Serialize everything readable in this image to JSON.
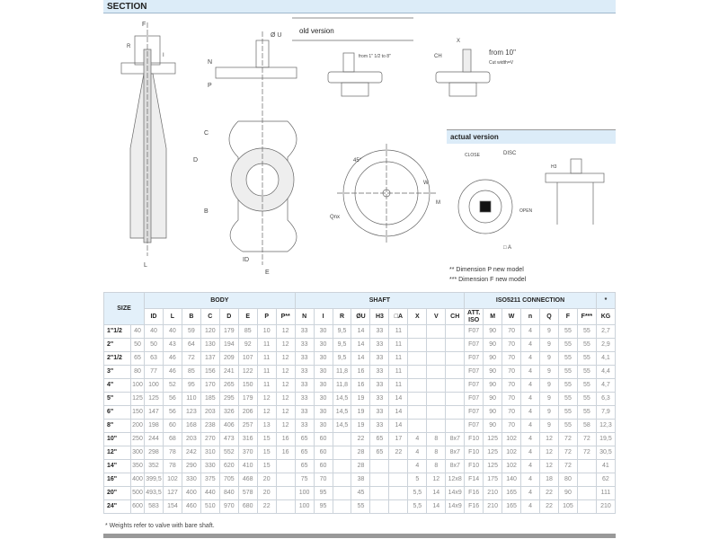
{
  "header": {
    "title": "SECTION"
  },
  "drawings": {
    "old_version": "old version",
    "old_note": "from 1\" 1/2 to 8\"",
    "new_note": "from 10\"",
    "cut_note": "Cut width=V",
    "actual_version": "actual version",
    "labels": {
      "F": "F",
      "R": "R",
      "I": "I",
      "L": "L",
      "N": "N",
      "P": "P",
      "C": "C",
      "D": "D",
      "B": "B",
      "ID": "ID",
      "E": "E",
      "U": "Ø U",
      "X": "X",
      "CH": "CH",
      "angle": "45°",
      "Qnx": "Qnx",
      "W": "W",
      "M": "M",
      "disc": "DISC",
      "close": "CLOSE",
      "open": "OPEN",
      "A": "□ A",
      "H3": "H3"
    },
    "notes": [
      "**  Dimension P new model",
      "*** Dimension F new model"
    ]
  },
  "table": {
    "size_label": "SIZE",
    "groups": {
      "body": "BODY",
      "shaft": "SHAFT",
      "iso": "ISO5211 CONNECTION",
      "star": "*"
    },
    "columns": [
      "ID",
      "L",
      "B",
      "C",
      "D",
      "E",
      "P",
      "P**",
      "N",
      "I",
      "R",
      "ØU",
      "H3",
      "□A",
      "X",
      "V",
      "CH",
      "ATT. ISO",
      "M",
      "W",
      "n",
      "Q",
      "F",
      "F***",
      "KG"
    ],
    "rows": [
      [
        "1\"1/2",
        "40",
        "40",
        "40",
        "59",
        "120",
        "179",
        "85",
        "10",
        "12",
        "33",
        "30",
        "9,5",
        "14",
        "33",
        "11",
        "",
        "",
        "",
        "F07",
        "90",
        "70",
        "4",
        "9",
        "55",
        "55",
        "2,7"
      ],
      [
        "2\"",
        "50",
        "50",
        "43",
        "64",
        "130",
        "194",
        "92",
        "11",
        "12",
        "33",
        "30",
        "9,5",
        "14",
        "33",
        "11",
        "",
        "",
        "",
        "F07",
        "90",
        "70",
        "4",
        "9",
        "55",
        "55",
        "2,9"
      ],
      [
        "2\"1/2",
        "65",
        "63",
        "46",
        "72",
        "137",
        "209",
        "107",
        "11",
        "12",
        "33",
        "30",
        "9,5",
        "14",
        "33",
        "11",
        "",
        "",
        "",
        "F07",
        "90",
        "70",
        "4",
        "9",
        "55",
        "55",
        "4,1"
      ],
      [
        "3\"",
        "80",
        "77",
        "46",
        "85",
        "156",
        "241",
        "122",
        "11",
        "12",
        "33",
        "30",
        "11,8",
        "16",
        "33",
        "11",
        "",
        "",
        "",
        "F07",
        "90",
        "70",
        "4",
        "9",
        "55",
        "55",
        "4,4"
      ],
      [
        "4\"",
        "100",
        "100",
        "52",
        "95",
        "170",
        "265",
        "150",
        "11",
        "12",
        "33",
        "30",
        "11,8",
        "16",
        "33",
        "11",
        "",
        "",
        "",
        "F07",
        "90",
        "70",
        "4",
        "9",
        "55",
        "55",
        "4,7"
      ],
      [
        "5\"",
        "125",
        "125",
        "56",
        "110",
        "185",
        "295",
        "179",
        "12",
        "12",
        "33",
        "30",
        "14,5",
        "19",
        "33",
        "14",
        "",
        "",
        "",
        "F07",
        "90",
        "70",
        "4",
        "9",
        "55",
        "55",
        "6,3"
      ],
      [
        "6\"",
        "150",
        "147",
        "56",
        "123",
        "203",
        "326",
        "206",
        "12",
        "12",
        "33",
        "30",
        "14,5",
        "19",
        "33",
        "14",
        "",
        "",
        "",
        "F07",
        "90",
        "70",
        "4",
        "9",
        "55",
        "55",
        "7,9"
      ],
      [
        "8\"",
        "200",
        "198",
        "60",
        "168",
        "238",
        "406",
        "257",
        "13",
        "12",
        "33",
        "30",
        "14,5",
        "19",
        "33",
        "14",
        "",
        "",
        "",
        "F07",
        "90",
        "70",
        "4",
        "9",
        "55",
        "58",
        "12,3"
      ],
      [
        "10\"",
        "250",
        "244",
        "68",
        "203",
        "270",
        "473",
        "316",
        "15",
        "16",
        "65",
        "60",
        "",
        "22",
        "65",
        "17",
        "4",
        "8",
        "8x7",
        "F10",
        "125",
        "102",
        "4",
        "12",
        "72",
        "72",
        "19,5"
      ],
      [
        "12\"",
        "300",
        "298",
        "78",
        "242",
        "310",
        "552",
        "370",
        "15",
        "16",
        "65",
        "60",
        "",
        "28",
        "65",
        "22",
        "4",
        "8",
        "8x7",
        "F10",
        "125",
        "102",
        "4",
        "12",
        "72",
        "72",
        "30,5"
      ],
      [
        "14\"",
        "350",
        "352",
        "78",
        "290",
        "330",
        "620",
        "410",
        "15",
        "",
        "65",
        "60",
        "",
        "28",
        "",
        "",
        "4",
        "8",
        "8x7",
        "F10",
        "125",
        "102",
        "4",
        "12",
        "72",
        "",
        "41"
      ],
      [
        "16\"",
        "400",
        "399,5",
        "102",
        "330",
        "375",
        "705",
        "468",
        "20",
        "",
        "75",
        "70",
        "",
        "38",
        "",
        "",
        "5",
        "12",
        "12x8",
        "F14",
        "175",
        "140",
        "4",
        "18",
        "80",
        "",
        "62"
      ],
      [
        "20\"",
        "500",
        "493,5",
        "127",
        "400",
        "440",
        "840",
        "578",
        "20",
        "",
        "100",
        "95",
        "",
        "45",
        "",
        "",
        "5,5",
        "14",
        "14x9",
        "F16",
        "210",
        "165",
        "4",
        "22",
        "90",
        "",
        "111"
      ],
      [
        "24\"",
        "600",
        "583",
        "154",
        "460",
        "510",
        "970",
        "680",
        "22",
        "",
        "100",
        "95",
        "",
        "55",
        "",
        "",
        "5,5",
        "14",
        "14x9",
        "F16",
        "210",
        "165",
        "4",
        "22",
        "105",
        "",
        "210"
      ]
    ],
    "footnote": "* Weights refer to valve with bare shaft."
  }
}
